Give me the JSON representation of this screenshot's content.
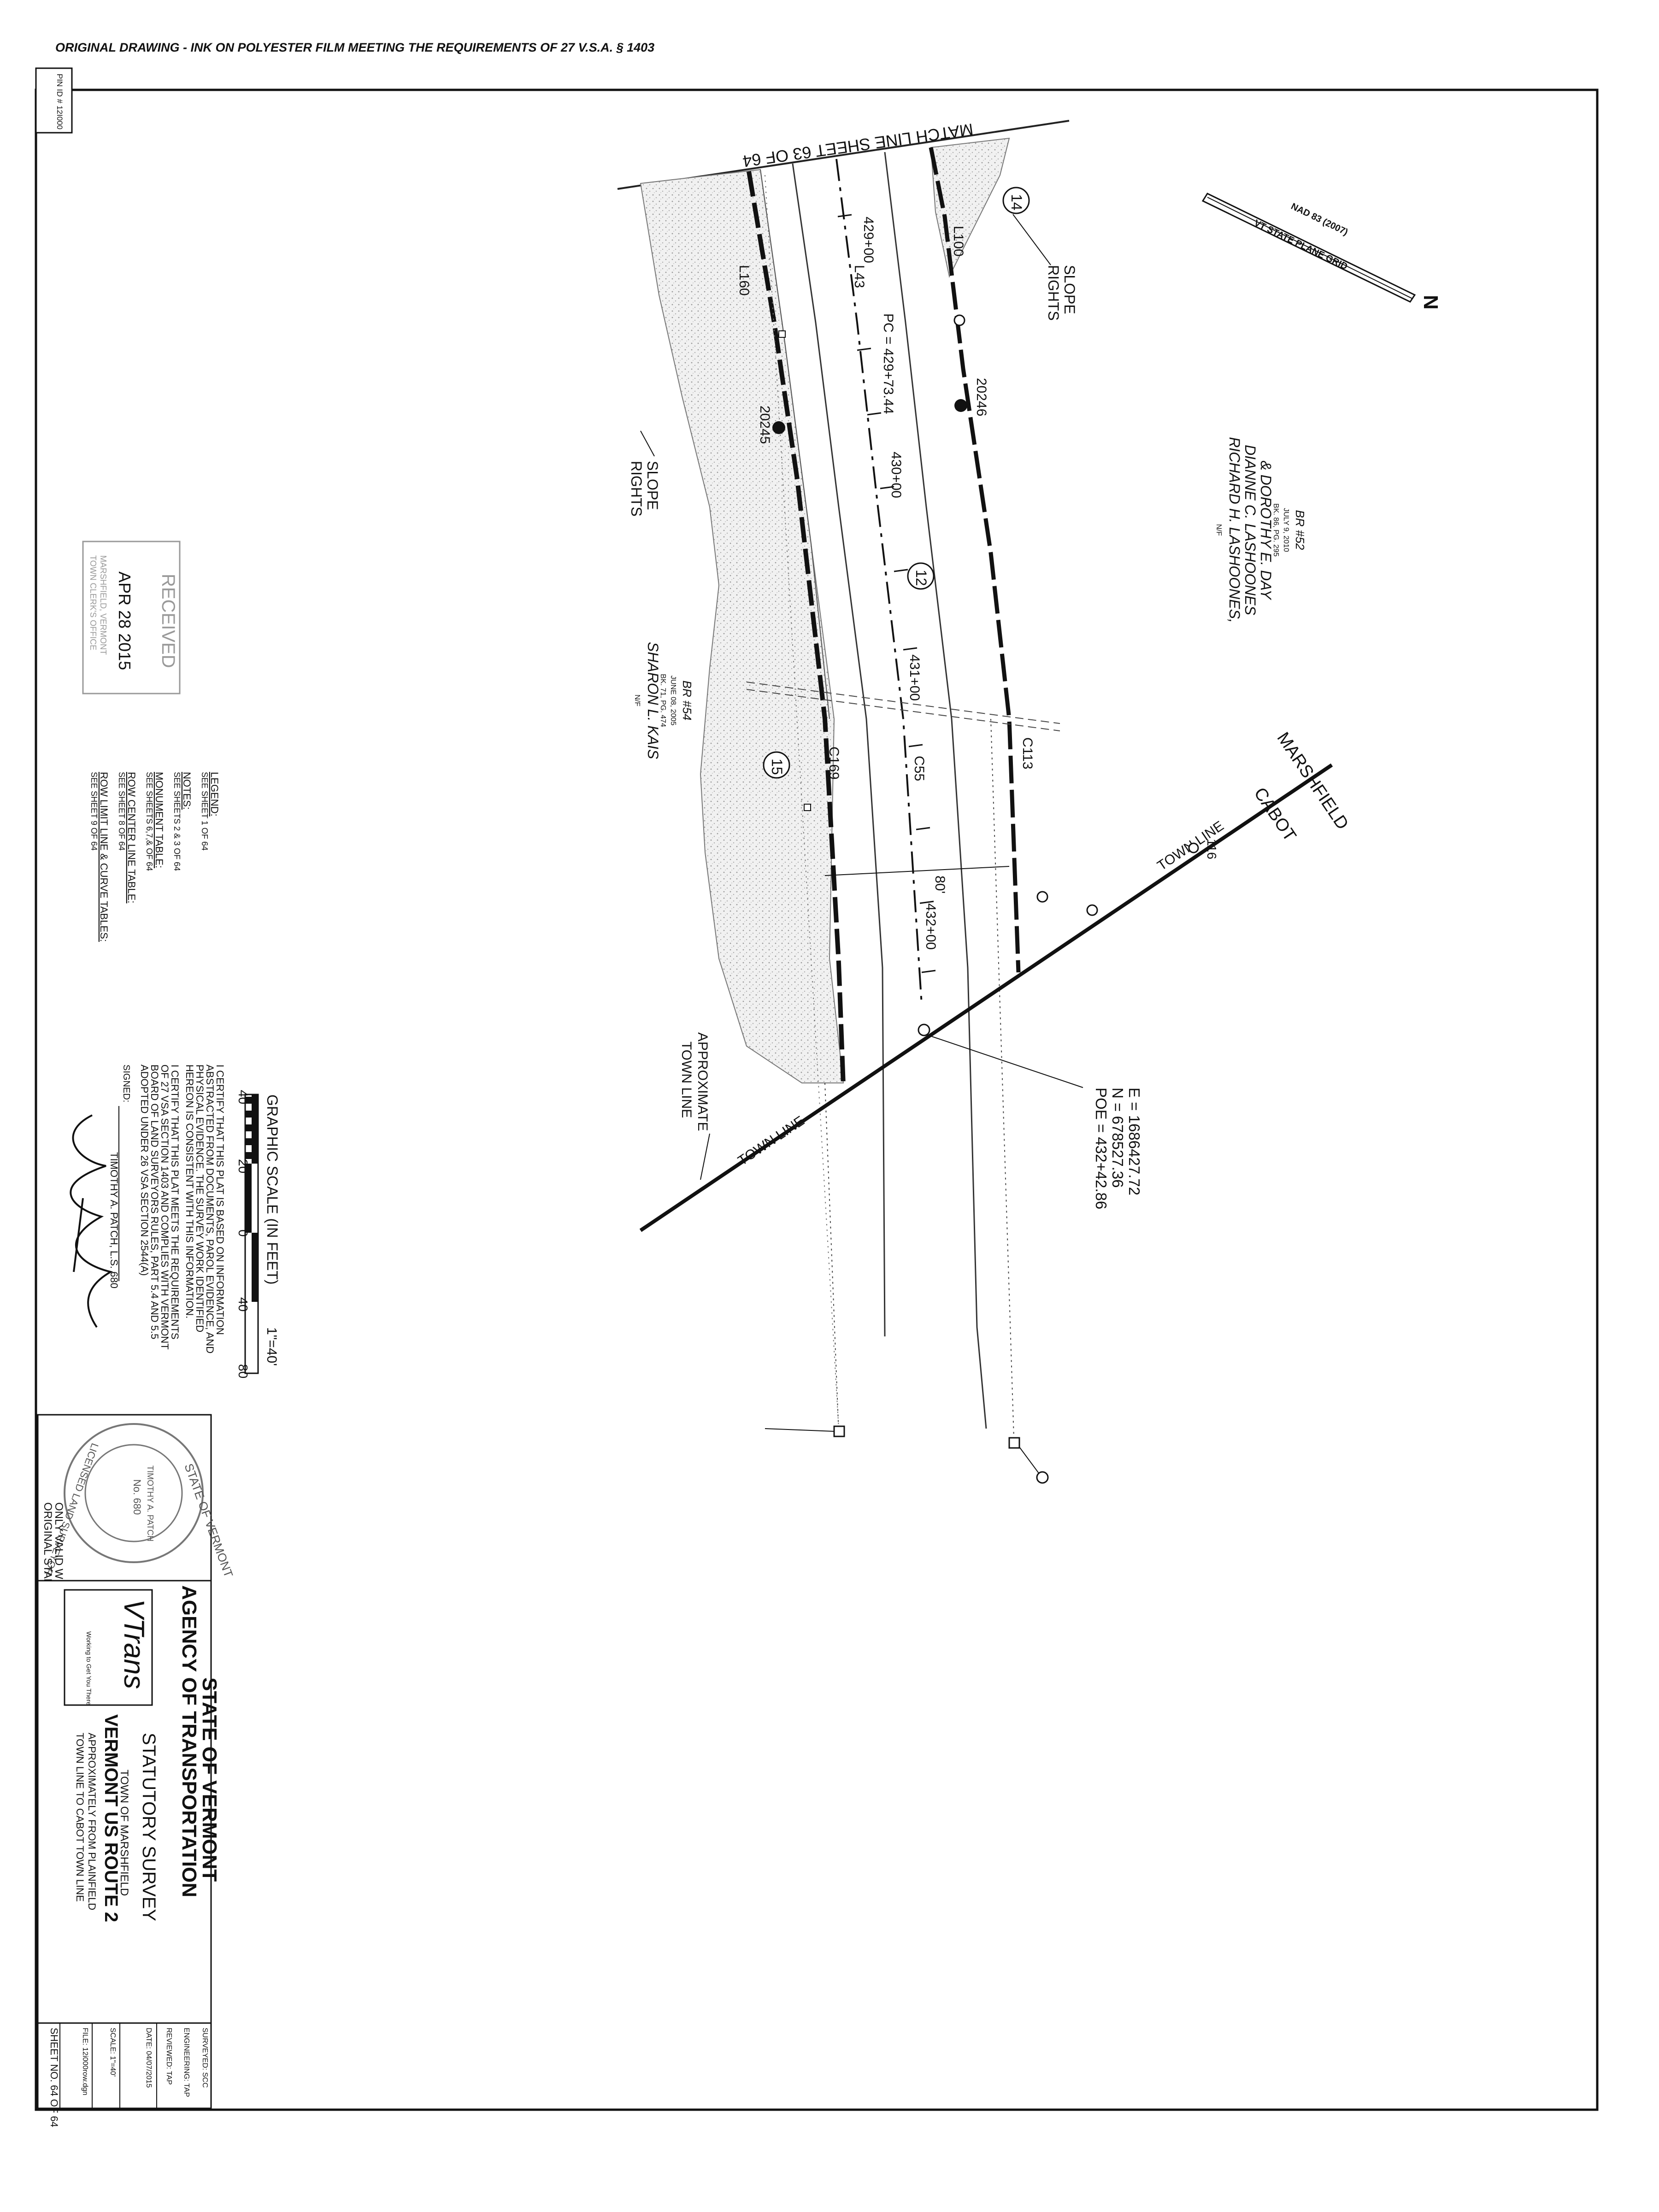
{
  "header_note": "ORIGINAL DRAWING - INK ON POLYESTER FILM MEETING THE REQUIREMENTS OF 27 V.S.A. § 1403",
  "pin_id": "PIN ID # 12I000",
  "match_line": "MATCH LINE SHEET 63 OF 64",
  "north_arrow": {
    "datum": "NAD 83 (2007)",
    "grid": "VT STATE PLANE GRID",
    "letter": "N"
  },
  "owners": {
    "north": {
      "nf": "N/F",
      "names": [
        "RICHARD H. LASHOONES,",
        "DIANNE C. LASHOONES",
        "& DOROTHY E. DAY"
      ],
      "book": "BK. 86, PG. 295",
      "date": "JULY 9, 2010",
      "br": "BR #52"
    },
    "south": {
      "nf": "N/F",
      "name": "SHARON L. KAIS",
      "book": "BK. 71, PG. 474",
      "date": "JUNE 08, 2005",
      "br": "BR #54"
    }
  },
  "labels": {
    "slope_rights": "SLOPE RIGHTS",
    "l100": "L100",
    "l160": "L160",
    "l43": "L43",
    "pc": "PC = 429+73.44",
    "sta_429": "429+00",
    "sta_430": "430+00",
    "sta_431": "431+00",
    "sta_432": "432+00",
    "c55": "C55",
    "c113": "C113",
    "c169": "C169",
    "mon_20245": "20245",
    "mon_20246": "20246",
    "parcel_12": "12",
    "parcel_14": "14",
    "parcel_15": "15",
    "width": "80'",
    "marshfield": "MARSHFIELD",
    "cabot": "CABOT",
    "town_line": "TOWN LINE",
    "monument_116": "116",
    "approx_town_line": "APPROXIMATE TOWN LINE",
    "poe": [
      "POE = 432+42.86",
      "N = 678527.36",
      "E = 1686427.72"
    ]
  },
  "received_stamp": [
    "RECEIVED",
    "APR 28 2015",
    "MARSHFIELD, VERMONT",
    "TOWN CLERK'S OFFICE"
  ],
  "legend": [
    {
      "title": "LEGEND:",
      "text": "SEE SHEET 1 OF 64"
    },
    {
      "title": "NOTES:",
      "text": "SEE SHEETS 2 & 3 OF 64"
    },
    {
      "title": "MONUMENT TABLE:",
      "text": "SEE SHEETS 6,7,& OF 64"
    },
    {
      "title": "ROW CENTER LINE TABLE:",
      "text": "SEE SHEET 8 OF 64"
    },
    {
      "title": "ROW LIMIT LINE & CURVE TABLES:",
      "text": "SEE SHEET 9 OF 64"
    }
  ],
  "graphic_scale": {
    "title": "GRAPHIC SCALE   (IN FEET)",
    "ticks": [
      "40",
      "20",
      "0",
      "40",
      "80"
    ],
    "ratio": "1\"=40'"
  },
  "certification": [
    "I CERTIFY THAT THIS PLAT IS BASED ON INFORMATION",
    "ABSTRACTED FROM DOCUMENTS, PAROL EVIDENCE, AND",
    "PHYSICAL EVIDENCE. THE SURVEY WORK IDENTIFIED",
    "HEREON IS CONSISTENT WITH THIS INFORMATION.",
    "I CERTIFY THAT THIS PLAT MEETS THE REQUIREMENTS",
    "OF 27 VSA SECTION 1403 AND COMPLIES WITH VERMONT",
    "BOARD OF LAND SURVEYORS RULES, PART 5.4 AND 5.5",
    "ADOPTED UNDER 26 VSA SECTION 2544(A)"
  ],
  "signed_label": "SIGNED:",
  "surveyor": "TIMOTHY A. PATCH, L.S. 680",
  "seal": {
    "outer": "STATE OF VERMONT",
    "name": "TIMOTHY A. PATCH",
    "number": "No. 680",
    "bottom": "LICENSED LAND SURVEYOR",
    "valid": [
      "ONLY VALID WITH",
      "ORIGINAL STAMP"
    ]
  },
  "title_block": {
    "state": "STATE OF VERMONT",
    "agency": "AGENCY OF TRANSPORTATION",
    "survey": "STATUTORY SURVEY",
    "town": "TOWN OF MARSHFIELD",
    "route": "VERMONT US ROUTE 2",
    "from": "APPROXIMATELY FROM PLAINFIELD",
    "to": "TOWN LINE TO CABOT TOWN LINE",
    "logo": "VTrans",
    "logo_tag": "Working to Get You There",
    "fields": [
      "SURVEYED: SCC",
      "ENGINEERING: TAP",
      "REVIEWED: TAP",
      "DATE: 04/07/2015",
      "SCALE: 1\"=40'",
      "FILE: 12i000row.dgn",
      "SHEET NO. 64 OF 64"
    ]
  }
}
